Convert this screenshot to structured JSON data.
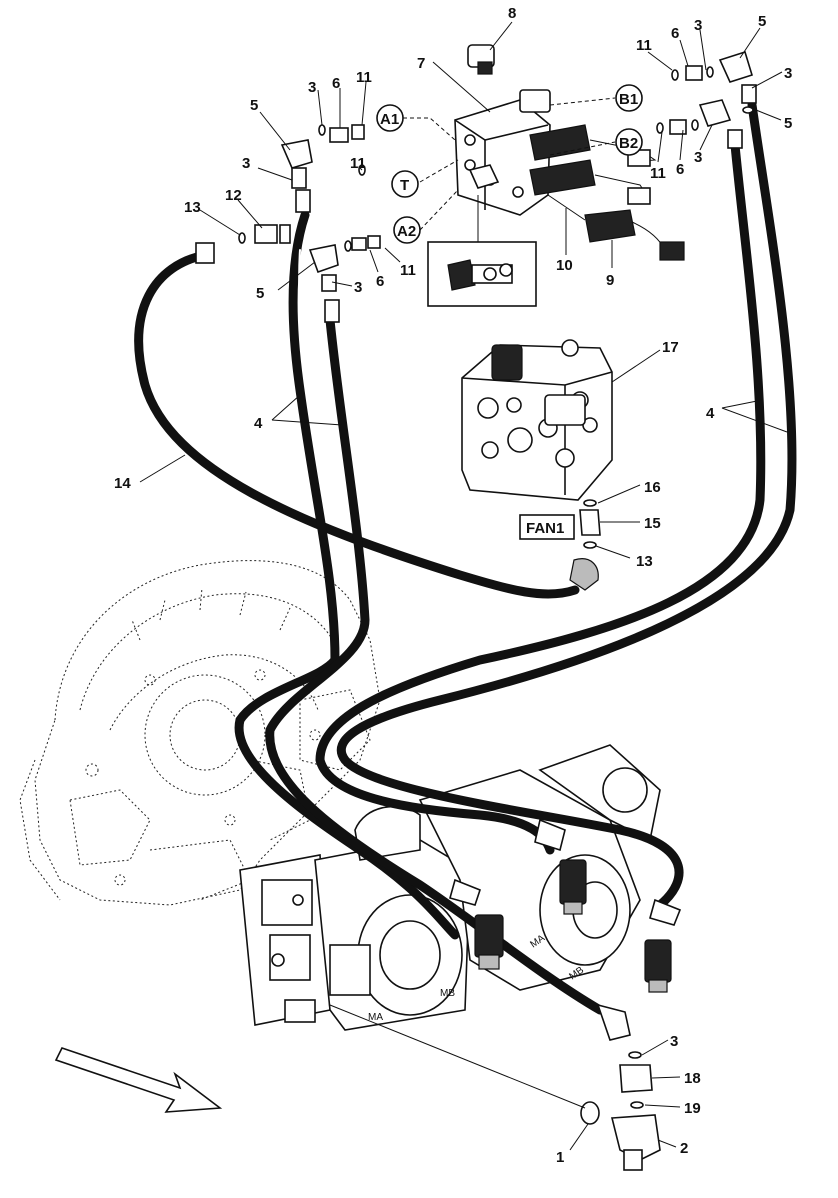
{
  "callouts": {
    "c1": "1",
    "c2": "2",
    "c3a": "3",
    "c3b": "3",
    "c3c": "3",
    "c3d": "3",
    "c3e": "3",
    "c3f": "3",
    "c3g": "3",
    "c4a": "4",
    "c4b": "4",
    "c5a": "5",
    "c5b": "5",
    "c5c": "5",
    "c5d": "5",
    "c6a": "6",
    "c6b": "6",
    "c6c": "6",
    "c6d": "6",
    "c7": "7",
    "c8": "8",
    "c9": "9",
    "c10": "10",
    "c11a": "11",
    "c11b": "11",
    "c11c": "11",
    "c11d": "11",
    "c11e": "11",
    "c12": "12",
    "c13a": "13",
    "c13b": "13",
    "c14": "14",
    "c15": "15",
    "c16": "16",
    "c17": "17",
    "c18": "18",
    "c19": "19"
  },
  "ports": {
    "a1": "A1",
    "a2": "A2",
    "t": "T",
    "b1": "B1",
    "b2": "B2"
  },
  "boxed": {
    "fan1": "FAN1"
  },
  "pump_marks": {
    "ma1": "MA",
    "mb1": "MB",
    "ma2": "MA",
    "mb2": "MB"
  }
}
